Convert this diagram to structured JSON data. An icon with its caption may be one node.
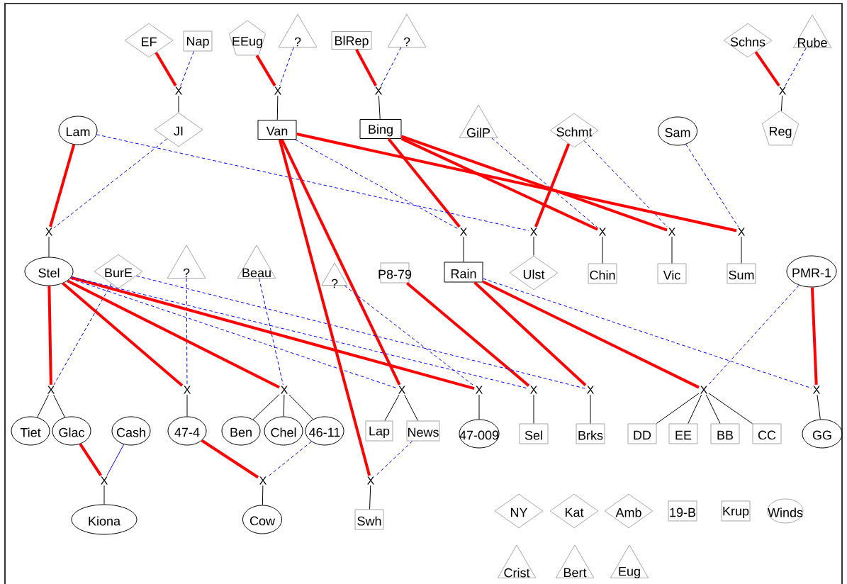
{
  "diagram": {
    "nodes": [
      {
        "text": [
          "EF"
        ]
      },
      {
        "text": [
          "Nap"
        ]
      },
      {
        "text": [
          "EEug"
        ]
      },
      {
        "text": [
          "?"
        ]
      },
      {
        "text": [
          "BlRep"
        ]
      },
      {
        "text": [
          "?"
        ]
      },
      {
        "text": [
          "Schns"
        ]
      },
      {
        "text": [
          "Rube"
        ]
      },
      {
        "text": [
          "X"
        ]
      },
      {
        "text": [
          "X"
        ]
      },
      {
        "text": [
          "X"
        ]
      },
      {
        "text": [
          "X"
        ]
      },
      {
        "text": [
          "Lam"
        ]
      },
      {
        "text": [
          "JI"
        ]
      },
      {
        "text": [
          "Van"
        ]
      },
      {
        "text": [
          "Bing"
        ]
      },
      {
        "text": [
          "GilP"
        ]
      },
      {
        "text": [
          "Schmt"
        ]
      },
      {
        "text": [
          "Sam"
        ]
      },
      {
        "text": [
          "Reg"
        ]
      },
      {
        "text": [
          "X"
        ]
      },
      {
        "text": [
          "X"
        ]
      },
      {
        "text": [
          "X"
        ]
      },
      {
        "text": [
          "X"
        ]
      },
      {
        "text": [
          "X"
        ]
      },
      {
        "text": [
          "X"
        ]
      },
      {
        "text": [
          "Stel"
        ]
      },
      {
        "text": [
          "BurE"
        ]
      },
      {
        "text": [
          "?"
        ]
      },
      {
        "text": [
          "Beau"
        ]
      },
      {
        "text": [
          "?"
        ]
      },
      {
        "text": [
          "P8-79"
        ]
      },
      {
        "text": [
          "Rain"
        ]
      },
      {
        "text": [
          "Ulst"
        ]
      },
      {
        "text": [
          "Chin"
        ]
      },
      {
        "text": [
          "Vic"
        ]
      },
      {
        "text": [
          "Sum"
        ]
      },
      {
        "text": [
          "PMR-1"
        ]
      },
      {
        "text": [
          "X"
        ]
      },
      {
        "text": [
          "X"
        ]
      },
      {
        "text": [
          "X"
        ]
      },
      {
        "text": [
          "X"
        ]
      },
      {
        "text": [
          "X"
        ]
      },
      {
        "text": [
          "X"
        ]
      },
      {
        "text": [
          "X"
        ]
      },
      {
        "text": [
          "X"
        ]
      },
      {
        "text": [
          "X"
        ]
      },
      {
        "text": [
          "Tiet"
        ]
      },
      {
        "text": [
          "Glac"
        ]
      },
      {
        "text": [
          "Cash"
        ]
      },
      {
        "text": [
          "47-4"
        ]
      },
      {
        "text": [
          "Ben"
        ]
      },
      {
        "text": [
          "Chel"
        ]
      },
      {
        "text": [
          "46-11"
        ]
      },
      {
        "text": [
          "Lap"
        ]
      },
      {
        "text": [
          "News"
        ]
      },
      {
        "text": [
          "47-009"
        ]
      },
      {
        "text": [
          "Sel"
        ]
      },
      {
        "text": [
          "Brks"
        ]
      },
      {
        "text": [
          "DD"
        ]
      },
      {
        "text": [
          "EE"
        ]
      },
      {
        "text": [
          "BB"
        ]
      },
      {
        "text": [
          "CC"
        ]
      },
      {
        "text": [
          "GG"
        ]
      },
      {
        "text": [
          "X"
        ]
      },
      {
        "text": [
          "X"
        ]
      },
      {
        "text": [
          "X"
        ]
      },
      {
        "text": [
          "Kiona"
        ]
      },
      {
        "text": [
          "Cow"
        ]
      },
      {
        "text": [
          "Swh"
        ]
      },
      {
        "text": [
          "NY"
        ]
      },
      {
        "text": [
          "Kat"
        ]
      },
      {
        "text": [
          "Amb"
        ]
      },
      {
        "text": [
          "19-B"
        ]
      },
      {
        "text": [
          "Krup"
        ]
      },
      {
        "text": [
          "Winds"
        ]
      },
      {
        "text": [
          "Crist"
        ]
      },
      {
        "text": [
          "Bert"
        ]
      },
      {
        "text": [
          "Eug"
        ]
      }
    ],
    "edges": [
      {
        "from": 0,
        "to": 8,
        "arrow": "none",
        "style": "thick",
        "color": "#ff0000"
      },
      {
        "from": 1,
        "to": 8,
        "arrow": "none",
        "style": "dashed",
        "color": "#0000ff"
      },
      {
        "from": 8,
        "to": 13,
        "arrow": "none"
      },
      {
        "from": 2,
        "to": 9,
        "arrow": "none",
        "style": "thick",
        "color": "#ff0000"
      },
      {
        "from": 3,
        "to": 9,
        "arrow": "none",
        "style": "dashed",
        "color": "#0000ff"
      },
      {
        "from": 9,
        "to": 14,
        "arrow": "none"
      },
      {
        "from": 4,
        "to": 10,
        "arrow": "none",
        "style": "thick",
        "color": "#ff0000"
      },
      {
        "from": 5,
        "to": 10,
        "arrow": "none",
        "style": "dashed",
        "color": "#0000ff"
      },
      {
        "from": 10,
        "to": 15,
        "arrow": "none"
      },
      {
        "from": 6,
        "to": 11,
        "arrow": "none",
        "style": "thick",
        "color": "#ff0000"
      },
      {
        "from": 7,
        "to": 11,
        "arrow": "none",
        "style": "dashed",
        "color": "#0000ff"
      },
      {
        "from": 11,
        "to": 19,
        "arrow": "none"
      },
      {
        "from": 12,
        "to": 20,
        "arrow": "none",
        "style": "thick",
        "color": "#ff0000"
      },
      {
        "from": 13,
        "to": 20,
        "arrow": "none",
        "style": "dashed",
        "color": "#0000ff"
      },
      {
        "from": 20,
        "to": 26,
        "arrow": "none"
      },
      {
        "from": 15,
        "to": 21,
        "arrow": "none",
        "style": "thick",
        "color": "#ff0000"
      },
      {
        "from": 14,
        "to": 21,
        "arrow": "none",
        "style": "dashed",
        "color": "#0000ff"
      },
      {
        "from": 21,
        "to": 32,
        "arrow": "none"
      },
      {
        "from": 17,
        "to": 22,
        "arrow": "none",
        "style": "thick",
        "color": "#ff0000"
      },
      {
        "from": 12,
        "to": 22,
        "arrow": "none",
        "style": "dashed",
        "color": "#0000ff"
      },
      {
        "from": 22,
        "to": 33,
        "arrow": "none"
      },
      {
        "from": 15,
        "to": 23,
        "arrow": "none",
        "style": "thick",
        "color": "#ff0000"
      },
      {
        "from": 16,
        "to": 23,
        "arrow": "none",
        "style": "dashed",
        "color": "#0000ff"
      },
      {
        "from": 23,
        "to": 34,
        "arrow": "none"
      },
      {
        "from": 15,
        "to": 24,
        "arrow": "none",
        "style": "thick",
        "color": "#ff0000"
      },
      {
        "from": 17,
        "to": 24,
        "arrow": "none",
        "style": "dashed",
        "color": "#0000ff"
      },
      {
        "from": 24,
        "to": 35,
        "arrow": "none"
      },
      {
        "from": 14,
        "to": 25,
        "arrow": "none",
        "style": "thick",
        "color": "#ff0000"
      },
      {
        "from": 18,
        "to": 25,
        "arrow": "none",
        "style": "dashed",
        "color": "#0000ff"
      },
      {
        "from": 25,
        "to": 36,
        "arrow": "none"
      },
      {
        "from": 26,
        "to": 38,
        "arrow": "none",
        "style": "thick",
        "color": "#ff0000"
      },
      {
        "from": 27,
        "to": 38,
        "arrow": "none",
        "style": "dashed",
        "color": "#0000ff"
      },
      {
        "from": 38,
        "to": 47,
        "arrow": "none"
      },
      {
        "from": 38,
        "to": 48,
        "arrow": "none"
      },
      {
        "from": 26,
        "to": 39,
        "arrow": "none",
        "style": "thick",
        "color": "#ff0000"
      },
      {
        "from": 28,
        "to": 39,
        "arrow": "none",
        "style": "dashed",
        "color": "#0000ff"
      },
      {
        "from": 39,
        "to": 50,
        "arrow": "none"
      },
      {
        "from": 26,
        "to": 40,
        "arrow": "none",
        "style": "thick",
        "color": "#ff0000"
      },
      {
        "from": 29,
        "to": 40,
        "arrow": "none",
        "style": "dashed",
        "color": "#0000ff"
      },
      {
        "from": 40,
        "to": 51,
        "arrow": "none"
      },
      {
        "from": 40,
        "to": 52,
        "arrow": "none"
      },
      {
        "from": 40,
        "to": 53,
        "arrow": "none"
      },
      {
        "from": 14,
        "to": 41,
        "arrow": "none",
        "style": "thick",
        "color": "#ff0000"
      },
      {
        "from": 26,
        "to": 41,
        "arrow": "none",
        "style": "dashed",
        "color": "#0000ff"
      },
      {
        "from": 41,
        "to": 54,
        "arrow": "none"
      },
      {
        "from": 41,
        "to": 55,
        "arrow": "none"
      },
      {
        "from": 26,
        "to": 42,
        "arrow": "none",
        "style": "thick",
        "color": "#ff0000"
      },
      {
        "from": 30,
        "to": 42,
        "arrow": "none",
        "style": "dashed",
        "color": "#0000ff"
      },
      {
        "from": 42,
        "to": 56,
        "arrow": "none"
      },
      {
        "from": 31,
        "to": 43,
        "arrow": "none",
        "style": "thick",
        "color": "#ff0000"
      },
      {
        "from": 26,
        "to": 43,
        "arrow": "none",
        "style": "dashed",
        "color": "#0000ff"
      },
      {
        "from": 43,
        "to": 57,
        "arrow": "none"
      },
      {
        "from": 32,
        "to": 44,
        "arrow": "none",
        "style": "thick",
        "color": "#ff0000"
      },
      {
        "from": 27,
        "to": 44,
        "arrow": "none",
        "style": "dashed",
        "color": "#0000ff"
      },
      {
        "from": 44,
        "to": 58,
        "arrow": "none"
      },
      {
        "from": 32,
        "to": 45,
        "arrow": "none",
        "style": "thick",
        "color": "#ff0000"
      },
      {
        "from": 37,
        "to": 45,
        "arrow": "none",
        "style": "dashed",
        "color": "#0000ff"
      },
      {
        "from": 45,
        "to": 59,
        "arrow": "none"
      },
      {
        "from": 45,
        "to": 60,
        "arrow": "none"
      },
      {
        "from": 45,
        "to": 61,
        "arrow": "none"
      },
      {
        "from": 45,
        "to": 62,
        "arrow": "none"
      },
      {
        "from": 37,
        "to": 46,
        "arrow": "none",
        "style": "thick",
        "color": "#ff0000"
      },
      {
        "from": 32,
        "to": 46,
        "arrow": "none",
        "style": "dashed",
        "color": "#0000ff"
      },
      {
        "from": 46,
        "to": 63,
        "arrow": "none"
      },
      {
        "from": 48,
        "to": 64,
        "arrow": "none",
        "style": "thick",
        "color": "#ff0000"
      },
      {
        "from": 49,
        "to": 64,
        "arrow": "none",
        "color": "#0000ff"
      },
      {
        "from": 64,
        "to": 67,
        "arrow": "none"
      },
      {
        "from": 50,
        "to": 65,
        "arrow": "none",
        "style": "thick",
        "color": "#ff0000"
      },
      {
        "from": 53,
        "to": 65,
        "arrow": "none",
        "style": "dashed",
        "color": "#0000ff"
      },
      {
        "from": 65,
        "to": 68,
        "arrow": "none"
      },
      {
        "from": 14,
        "to": 66,
        "arrow": "none",
        "style": "thick",
        "color": "#ff0000"
      },
      {
        "from": 55,
        "to": 66,
        "arrow": "none",
        "style": "dashed",
        "color": "#0000ff"
      },
      {
        "from": 66,
        "to": 69,
        "arrow": "none"
      }
    ]
  }
}
